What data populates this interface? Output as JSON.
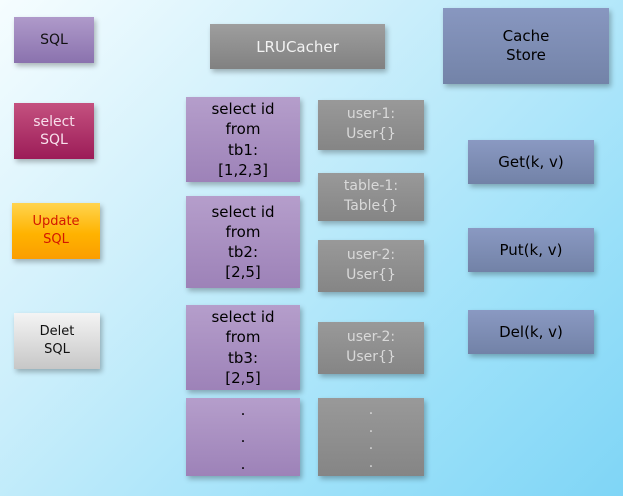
{
  "colors": {
    "background_top": "#f6fdff",
    "background_bottom": "#7fd5f6",
    "purple_box": "#a58fc2",
    "magenta_box": "#b22e67",
    "orange_box": "#ffb300",
    "silver_box": "#d9d9d9",
    "gray_box": "#8c8c8c",
    "slate_blue_box": "#7e8cb4",
    "update_text": "#d31700",
    "entry_text": "#d9d9d9"
  },
  "sql_sources": [
    {
      "label": "SQL"
    },
    {
      "label": "select\nSQL"
    },
    {
      "label": "Update\nSQL"
    },
    {
      "label": "Delet\nSQL"
    }
  ],
  "cacher": {
    "label": "LRUCacher"
  },
  "queries": [
    {
      "label": "select id\nfrom\ntb1:\n[1,2,3]"
    },
    {
      "label": "select id\nfrom\ntb2:\n[2,5]"
    },
    {
      "label": "select id\nfrom\ntb3:\n[2,5]"
    },
    {
      "label": ".\n.\n."
    }
  ],
  "cache_entries": [
    {
      "label": "user-1:\nUser{}"
    },
    {
      "label": "table-1:\nTable{}"
    },
    {
      "label": "user-2:\nUser{}"
    },
    {
      "label": "user-2:\nUser{}"
    },
    {
      "label": ".\n.\n.\n."
    }
  ],
  "cache_store": {
    "label": "Cache\nStore"
  },
  "operations": [
    {
      "label": "Get(k, v)"
    },
    {
      "label": "Put(k, v)"
    },
    {
      "label": "Del(k, v)"
    }
  ]
}
